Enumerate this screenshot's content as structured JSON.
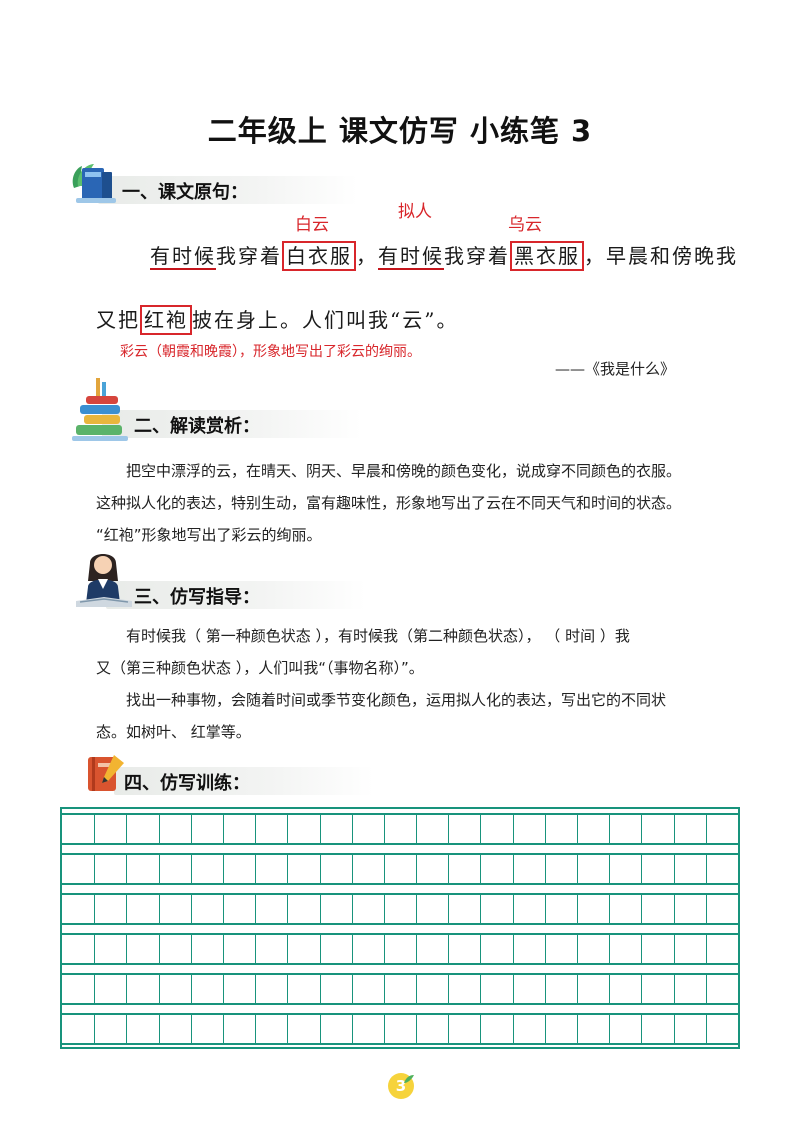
{
  "title": "二年级上  课文仿写  小练笔 3",
  "sections": {
    "s1": {
      "label": "一、课文原句："
    },
    "s2": {
      "label": "二、解读赏析："
    },
    "s3": {
      "label": "三、仿写指导："
    },
    "s4": {
      "label": "四、仿写训练："
    }
  },
  "original": {
    "annot_baiyun": "白云",
    "annot_niren": "拟人",
    "annot_wuyun": "乌云",
    "l1_a": "有时候",
    "l1_b": "我穿着",
    "l1_c": "白衣服",
    "l1_d": "，",
    "l1_e": "有时候",
    "l1_f": "我穿着",
    "l1_g": "黑衣服",
    "l1_h": "，早晨和傍晚我",
    "l2_a": "又把",
    "l2_b": "红袍",
    "l2_c": "披在身上。人们叫我“云”。",
    "note": "彩云（朝霞和晚霞），形象地写出了彩云的绚丽。",
    "source": "——《我是什么》"
  },
  "analysis": {
    "p1": "把空中漂浮的云，在晴天、阴天、早晨和傍晚的颜色变化，说成穿不同颜色的衣服。",
    "p2": "这种拟人化的表达，特别生动，富有趣味性，形象地写出了云在不同天气和时间的状态。",
    "p3": "“红袍”形象地写出了彩云的绚丽。"
  },
  "guide": {
    "p1": "有时候我（  第一种颜色状态   ），有时候我（第二种颜色状态），  （  时间  ）我",
    "p2": "又（第三种颜色状态  ），人们叫我“（事物名称）”。",
    "p3": "找出一种事物，会随着时间或季节变化颜色，运用拟人化的表达，写出它的不同状",
    "p4": "态。如树叶、  红掌等。"
  },
  "icons": {
    "s1": "books-plant-icon",
    "s2": "book-stack-icon",
    "s3": "teacher-icon",
    "s4": "notebook-pencil-icon"
  },
  "colors": {
    "accent_red": "#d8262b",
    "grid_green": "#18937c",
    "page_badge": "#f6d33c"
  },
  "page_number": "3"
}
